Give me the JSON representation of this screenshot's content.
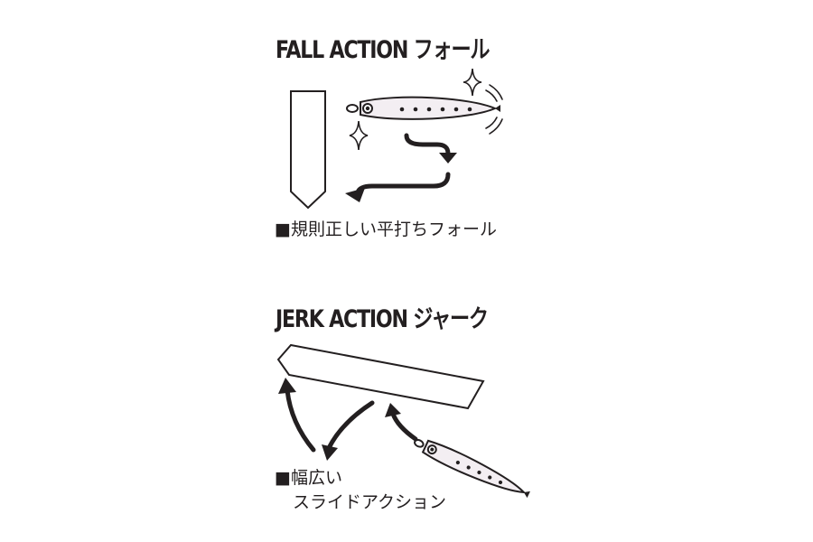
{
  "fall": {
    "heading": "FALL ACTION フォール",
    "caption": "■規則正しい平打ちフォール"
  },
  "jerk": {
    "heading": "JERK ACTION ジャーク",
    "caption_line1": "■幅広い",
    "caption_line2": "スライドアクション"
  },
  "colors": {
    "ink": "#231f20",
    "lure_fill": "#f3eef2",
    "background": "#ffffff"
  }
}
